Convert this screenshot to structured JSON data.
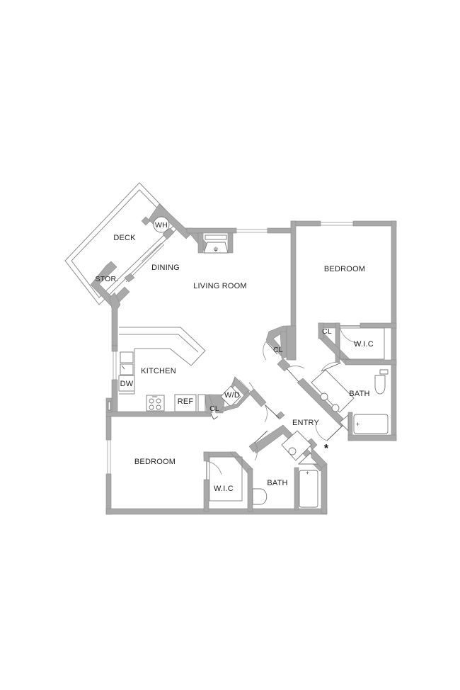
{
  "plan": {
    "colors": {
      "wall": "#a9a9a9",
      "background": "#ffffff",
      "text": "#222222"
    },
    "rooms": {
      "deck": "DECK",
      "water_heater": "WH",
      "storage": "STOR.",
      "dining": "DINING",
      "living_room": "LIVING ROOM",
      "bedroom_1": "BEDROOM",
      "closet_bed1": "CL",
      "wic_1": "W.I.C",
      "closet_living": "CL",
      "kitchen": "KITCHEN",
      "dishwasher": "DW",
      "refrigerator": "REF",
      "washer_dryer": "W/D",
      "closet_kitchen": "CL",
      "bath_1": "BATH",
      "entry": "ENTRY",
      "bedroom_2": "BEDROOM",
      "wic_2": "W.I.C",
      "bath_2": "BATH"
    },
    "entry_marker": "*"
  }
}
